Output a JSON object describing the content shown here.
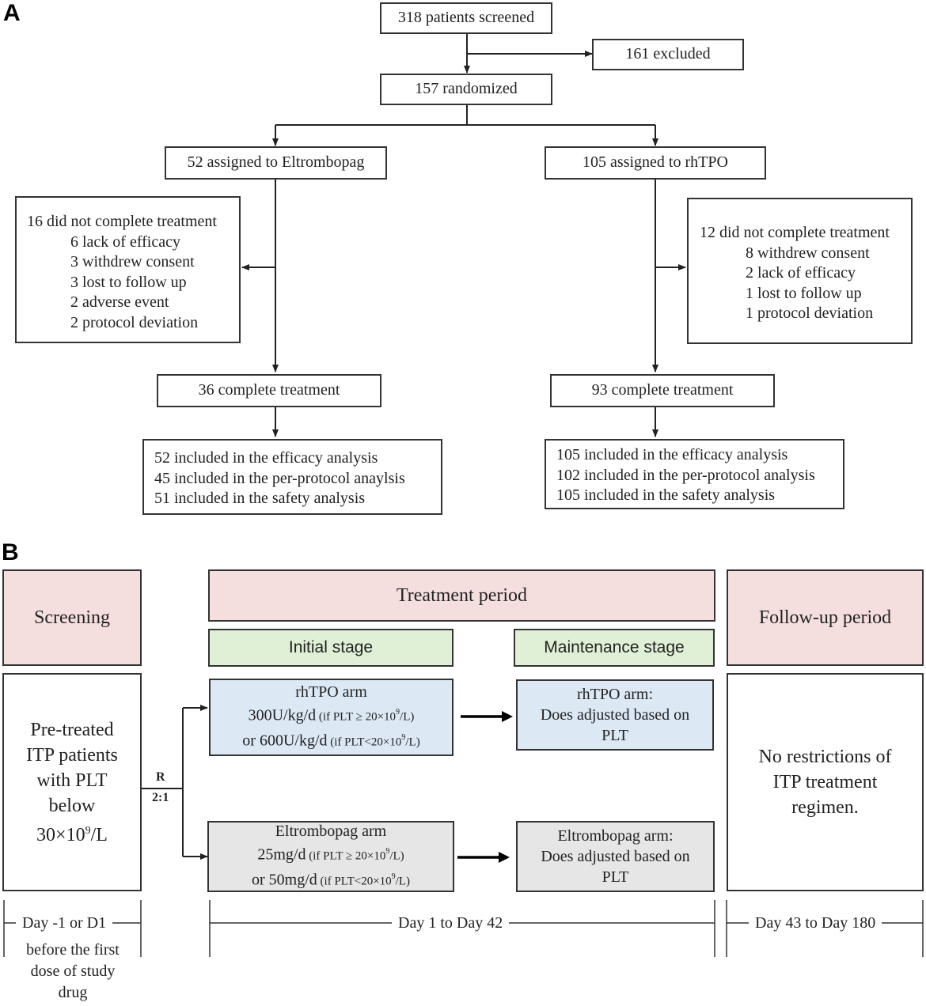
{
  "panel_a": {
    "label": "A",
    "screened": "318 patients screened",
    "excluded": "161 excluded",
    "randomized": "157 randomized",
    "elt_assigned": "52 assigned to Eltrombopag",
    "rh_assigned": "105 assigned to rhTPO",
    "elt_dropouts": {
      "header": "16 did not complete treatment",
      "reasons": [
        "6 lack of efficacy",
        "3 withdrew consent",
        "3 lost to follow up",
        "2 adverse event",
        "2 protocol deviation"
      ]
    },
    "rh_dropouts": {
      "header": "12 did not complete treatment",
      "reasons": [
        "8 withdrew consent",
        "2 lack of efficacy",
        "1 lost to follow up",
        "1 protocol deviation"
      ]
    },
    "elt_complete": "36 complete treatment",
    "rh_complete": "93 complete treatment",
    "elt_analysis": [
      "52 included in the efficacy analysis",
      "45 included in the per-protocol anaylsis",
      "51 included in the safety analysis"
    ],
    "rh_analysis": [
      "105 included in the efficacy analysis",
      "102 included in the per-protocol analysis",
      "105 included in the safety analysis"
    ]
  },
  "panel_b": {
    "label": "B",
    "screening": "Screening",
    "treatment_period": "Treatment period",
    "followup_period": "Follow-up period",
    "initial_stage": "Initial stage",
    "maintenance_stage": "Maintenance stage",
    "patients": [
      "Pre-treated",
      "ITP patients",
      "with PLT",
      "below"
    ],
    "patients_threshold": "30×10",
    "patients_threshold_exp": "9",
    "patients_threshold_unit": "/L",
    "randomization": "R",
    "ratio": "2:1",
    "rh_arm": {
      "title": "rhTPO  arm",
      "dose1": "300U/kg/d",
      "cond1": " (if PLT ≥ 20×10",
      "cond1_exp": "9",
      "cond1_end": "/L)",
      "dose2": "or 600U/kg/d",
      "cond2": " (if PLT<20×10",
      "cond2_exp": "9",
      "cond2_end": "/L)"
    },
    "elt_arm": {
      "title": "Eltrombopag arm",
      "dose1": "25mg/d",
      "cond1": " (if PLT ≥ 20×10",
      "cond1_exp": "9",
      "cond1_end": "/L)",
      "dose2": "or 50mg/d",
      "cond2": " (if PLT<20×10",
      "cond2_exp": "9",
      "cond2_end": "/L)"
    },
    "rh_maint": [
      "rhTPO  arm:",
      "Does adjusted based on",
      "PLT"
    ],
    "elt_maint": [
      "Eltrombopag arm:",
      "Does adjusted based on",
      "PLT"
    ],
    "followup_text": [
      "No restrictions of",
      "ITP treatment",
      "regimen."
    ],
    "timeline": {
      "screening": "Day -1 or D1",
      "screening_note": [
        "before the first",
        "dose of study",
        "drug"
      ],
      "treatment": "Day 1 to Day 42",
      "followup": "Day 43 to Day 180"
    }
  },
  "colors": {
    "pink": "#f5dede",
    "green": "#dff0d6",
    "blue": "#dce9f5",
    "grey": "#e6e6e6"
  }
}
